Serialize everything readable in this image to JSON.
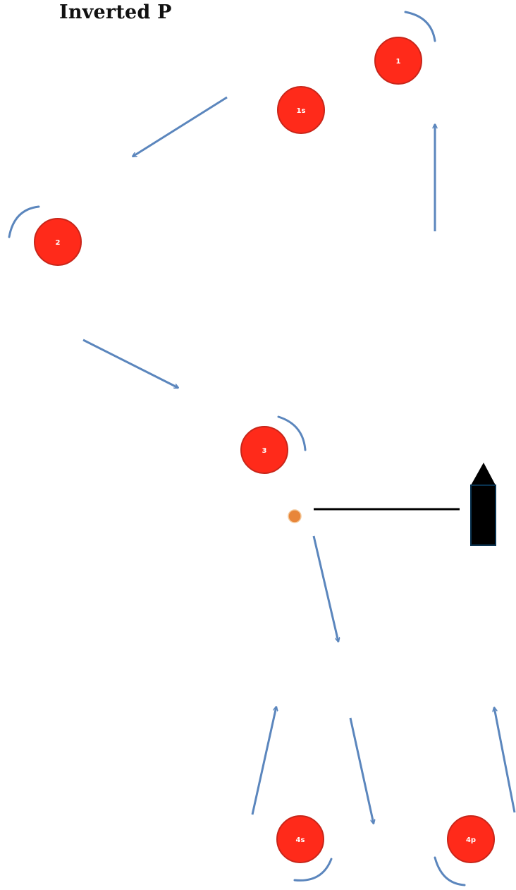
{
  "title": "Inverted P",
  "colors": {
    "mark_fill": "#ff2a1a",
    "mark_stroke": "#c8261a",
    "arrow": "#5b86bd",
    "ball": "#e8863a",
    "line": "#000000",
    "buoy": "#000000",
    "buoy_top": "#0a3350"
  },
  "marks": [
    {
      "id": "1",
      "label": "1"
    },
    {
      "id": "1s",
      "label": "1s"
    },
    {
      "id": "2",
      "label": "2"
    },
    {
      "id": "3",
      "label": "3"
    },
    {
      "id": "4s",
      "label": "4s"
    },
    {
      "id": "4p",
      "label": "4p"
    }
  ]
}
